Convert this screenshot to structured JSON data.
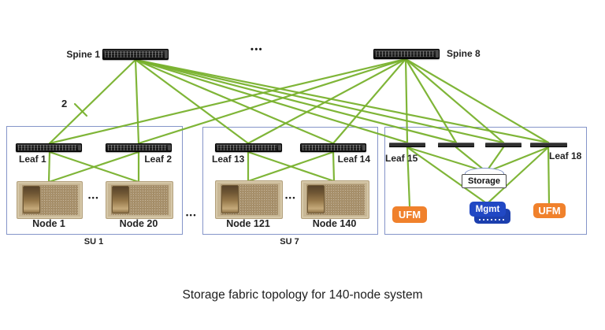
{
  "caption": "Storage fabric topology for 140-node system",
  "spines": [
    {
      "label": "Spine 1"
    },
    {
      "label": "Spine 8"
    }
  ],
  "link_count_label": "2",
  "ellipsis": {
    "between_spines": "•••",
    "su1_nodes": "•••",
    "between_sus": "•••",
    "su7_nodes": "•••"
  },
  "sus": [
    {
      "label": "SU 1",
      "leaf_left": "Leaf 1",
      "leaf_right": "Leaf 2",
      "node_left": "Node 1",
      "node_right": "Node 20"
    },
    {
      "label": "SU 7",
      "leaf_left": "Leaf 13",
      "leaf_right": "Leaf 14",
      "node_left": "Node 121",
      "node_right": "Node 140"
    }
  ],
  "mgmt_su": {
    "leaf_left": "Leaf 15",
    "leaf_right": "Leaf 18",
    "storage_label": "Storage",
    "ufm_left": "UFM",
    "ufm_right": "UFM",
    "mgmt_label": "Mgmt"
  },
  "colors": {
    "link_green": "#79b22e",
    "box_border": "#8595c9",
    "ufm_orange": "#f0812c",
    "mgmt_blue": "#2148c4",
    "storage_outline": "#7f93c9"
  },
  "edges": [
    [
      172,
      76,
      63,
      182
    ],
    [
      172,
      76,
      176,
      182
    ],
    [
      172,
      76,
      315,
      182
    ],
    [
      172,
      76,
      423,
      182
    ],
    [
      172,
      76,
      517,
      181
    ],
    [
      172,
      76,
      579,
      181
    ],
    [
      172,
      76,
      639,
      181
    ],
    [
      172,
      76,
      696,
      181
    ],
    [
      515,
      75,
      63,
      182
    ],
    [
      515,
      75,
      176,
      182
    ],
    [
      515,
      75,
      315,
      182
    ],
    [
      515,
      75,
      423,
      182
    ],
    [
      515,
      75,
      517,
      181
    ],
    [
      515,
      75,
      579,
      181
    ],
    [
      515,
      75,
      639,
      181
    ],
    [
      515,
      75,
      696,
      181
    ],
    [
      63,
      193,
      62,
      231
    ],
    [
      63,
      193,
      176,
      231
    ],
    [
      176,
      193,
      62,
      231
    ],
    [
      176,
      193,
      176,
      231
    ],
    [
      315,
      193,
      315,
      230
    ],
    [
      315,
      193,
      424,
      230
    ],
    [
      423,
      193,
      315,
      230
    ],
    [
      423,
      193,
      424,
      230
    ],
    [
      517,
      187,
      520,
      262
    ],
    [
      517,
      187,
      614,
      217
    ],
    [
      517,
      187,
      616,
      257
    ],
    [
      579,
      187,
      616,
      217
    ],
    [
      639,
      187,
      618,
      217
    ],
    [
      696,
      187,
      621,
      217
    ],
    [
      696,
      187,
      620,
      257
    ],
    [
      696,
      187,
      697,
      258
    ],
    [
      95,
      132,
      110,
      147
    ]
  ]
}
